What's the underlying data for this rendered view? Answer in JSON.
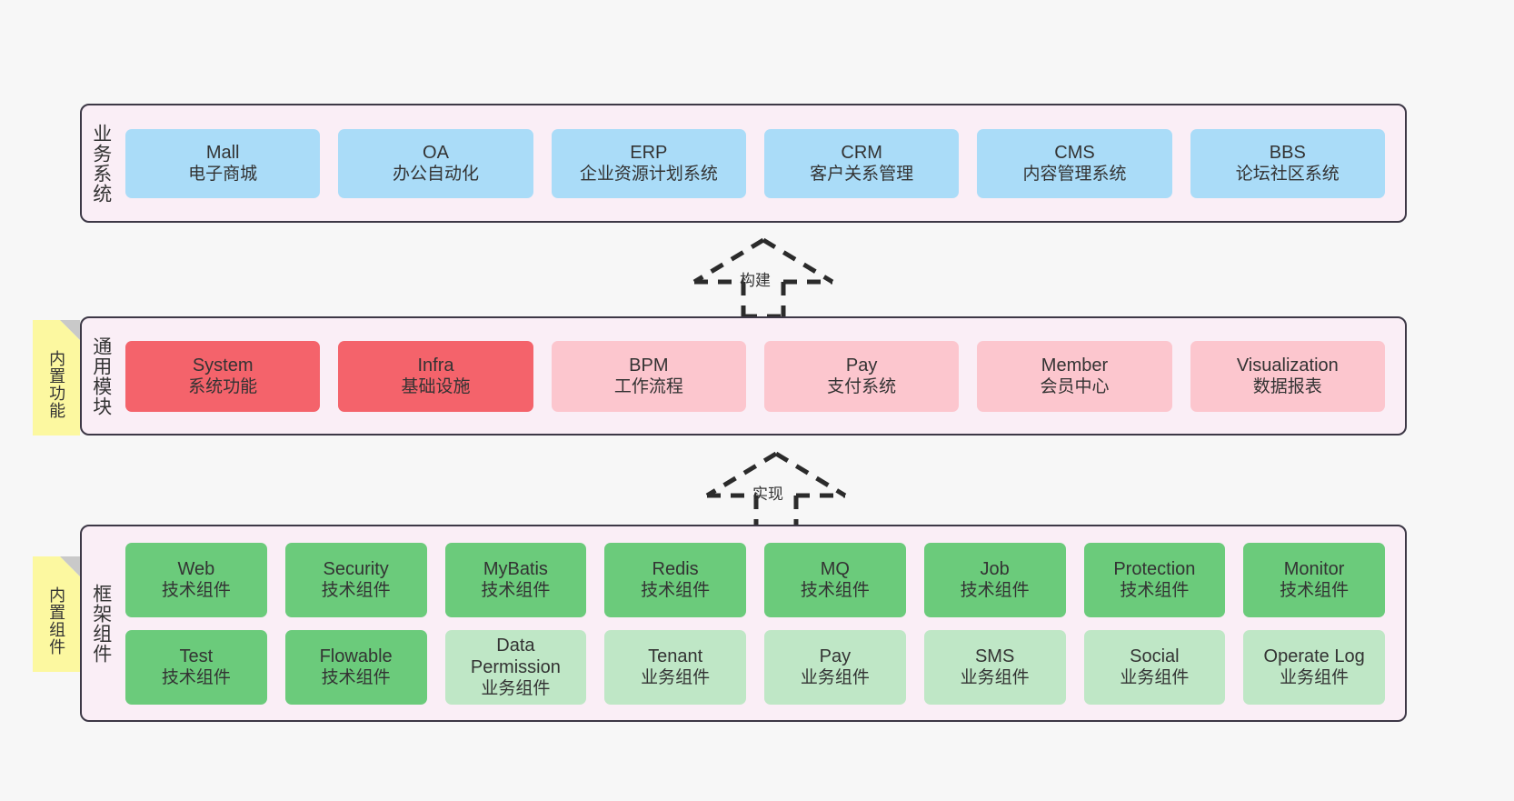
{
  "diagram": {
    "title": "System Architecture Layers",
    "background_color": "#f7f7f7"
  },
  "colors": {
    "layer_bg": "#faeef6",
    "layer_border": "#3d3846",
    "business_card": "#aadcf8",
    "module_core": "#f4636b",
    "module_optional": "#fcc6ce",
    "component_tech": "#6bcb7b",
    "component_business": "#bfe7c6",
    "note_bg": "#fcf8a0",
    "note_fold": "#c9c9c9",
    "text": "#333333"
  },
  "layers": {
    "business": {
      "title": "业务系统",
      "cards": [
        {
          "name": "Mall",
          "desc": "电子商城"
        },
        {
          "name": "OA",
          "desc": "办公自动化"
        },
        {
          "name": "ERP",
          "desc": "企业资源计划系统"
        },
        {
          "name": "CRM",
          "desc": "客户关系管理"
        },
        {
          "name": "CMS",
          "desc": "内容管理系统"
        },
        {
          "name": "BBS",
          "desc": "论坛社区系统"
        }
      ]
    },
    "common": {
      "title": "通用模块",
      "note": "内置功能",
      "cards": [
        {
          "name": "System",
          "desc": "系统功能",
          "variant": "core"
        },
        {
          "name": "Infra",
          "desc": "基础设施",
          "variant": "core"
        },
        {
          "name": "BPM",
          "desc": "工作流程",
          "variant": "optional"
        },
        {
          "name": "Pay",
          "desc": "支付系统",
          "variant": "optional"
        },
        {
          "name": "Member",
          "desc": "会员中心",
          "variant": "optional"
        },
        {
          "name": "Visualization",
          "desc": "数据报表",
          "variant": "optional"
        }
      ]
    },
    "framework": {
      "title": "框架组件",
      "note": "内置组件",
      "row1": [
        {
          "name": "Web",
          "desc": "技术组件",
          "variant": "tech"
        },
        {
          "name": "Security",
          "desc": "技术组件",
          "variant": "tech"
        },
        {
          "name": "MyBatis",
          "desc": "技术组件",
          "variant": "tech"
        },
        {
          "name": "Redis",
          "desc": "技术组件",
          "variant": "tech"
        },
        {
          "name": "MQ",
          "desc": "技术组件",
          "variant": "tech"
        },
        {
          "name": "Job",
          "desc": "技术组件",
          "variant": "tech"
        },
        {
          "name": "Protection",
          "desc": "技术组件",
          "variant": "tech"
        },
        {
          "name": "Monitor",
          "desc": "技术组件",
          "variant": "tech"
        }
      ],
      "row2": [
        {
          "name": "Test",
          "name2": "",
          "desc": "技术组件",
          "variant": "tech"
        },
        {
          "name": "Flowable",
          "name2": "",
          "desc": "技术组件",
          "variant": "tech"
        },
        {
          "name": "Data",
          "name2": "Permission",
          "desc": "业务组件",
          "variant": "business"
        },
        {
          "name": "Tenant",
          "name2": "",
          "desc": "业务组件",
          "variant": "business"
        },
        {
          "name": "Pay",
          "name2": "",
          "desc": "业务组件",
          "variant": "business"
        },
        {
          "name": "SMS",
          "name2": "",
          "desc": "业务组件",
          "variant": "business"
        },
        {
          "name": "Social",
          "name2": "",
          "desc": "业务组件",
          "variant": "business"
        },
        {
          "name": "Operate Log",
          "name2": "",
          "desc": "业务组件",
          "variant": "business"
        }
      ]
    }
  },
  "arrows": [
    {
      "id": "build",
      "label": "构建",
      "style": "dashed-hollow-generalization",
      "direction": "up"
    },
    {
      "id": "impl",
      "label": "实现",
      "style": "dashed-hollow-generalization",
      "direction": "up"
    }
  ]
}
